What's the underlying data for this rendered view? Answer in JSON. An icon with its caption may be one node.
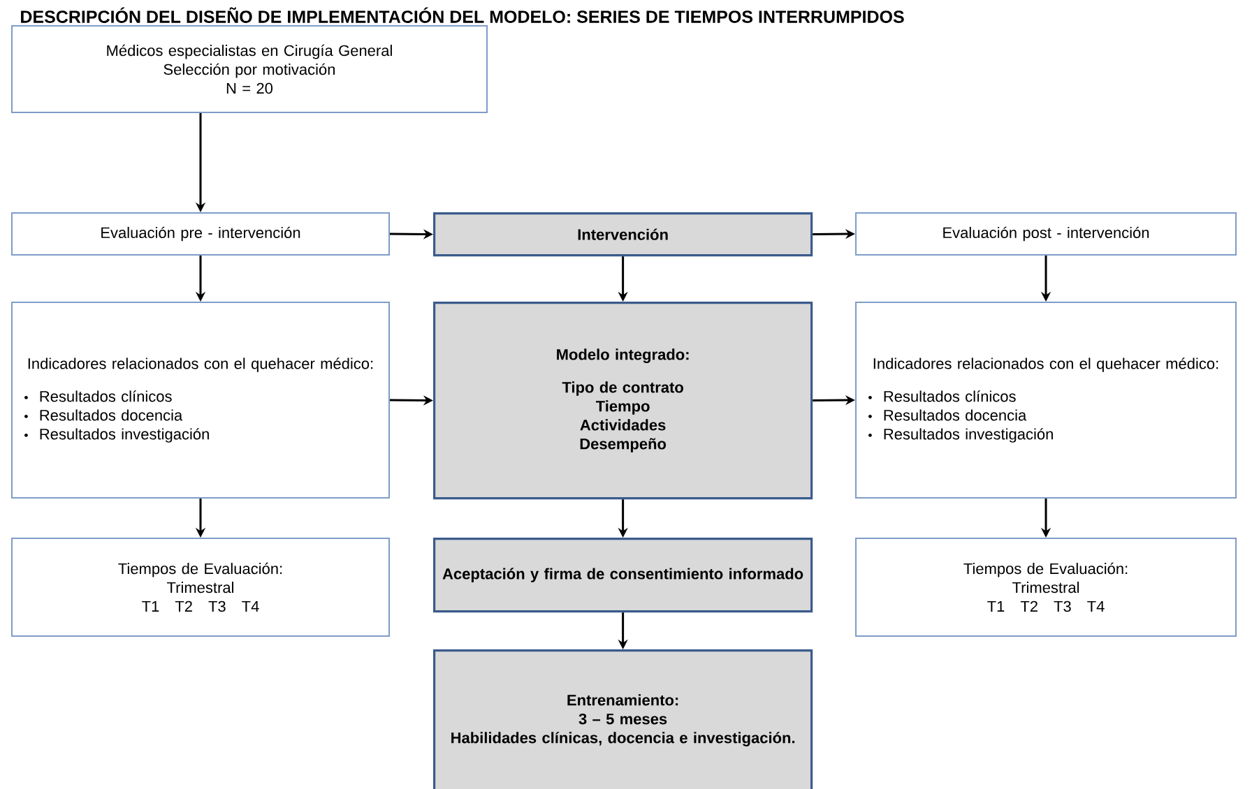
{
  "diagram": {
    "title": "DESCRIPCIÓN DEL DISEÑO DE IMPLEMENTACIÓN DEL MODELO: SERIES DE TIEMPOS INTERRUMPIDOS",
    "nodes": [
      {
        "text": [
          "Médicos especialistas en Cirugía General",
          "Selección por motivación",
          "N = 20"
        ]
      },
      {
        "text": [
          "Evaluación pre - intervención"
        ]
      },
      {
        "text": [
          "Intervención"
        ]
      },
      {
        "text": [
          "Evaluación post - intervención"
        ]
      },
      {
        "text": [
          "Indicadores relacionados con el quehacer médico:",
          "Resultados clínicos",
          "Resultados docencia",
          "Resultados investigación"
        ]
      },
      {
        "text": [
          "Modelo integrado:",
          "Tipo de contrato",
          "Tiempo",
          "Actividades",
          "Desempeño"
        ]
      },
      {
        "text": [
          "Indicadores relacionados con el quehacer médico:",
          "Resultados clínicos",
          "Resultados docencia",
          "Resultados investigación"
        ]
      },
      {
        "text": [
          "Tiempos de Evaluación:",
          "Trimestral",
          "T1",
          "T2",
          "T3",
          "T4"
        ]
      },
      {
        "text": [
          "Aceptación y firma de consentimiento informado"
        ]
      },
      {
        "text": [
          "Tiempos de Evaluación:",
          "Trimestral",
          "T1",
          "T2",
          "T3",
          "T4"
        ]
      },
      {
        "text": [
          "Entrenamiento:",
          "3 – 5 meses",
          "Habilidades clínicas, docencia e investigación."
        ]
      }
    ],
    "edges": [
      {
        "from": 0,
        "to": 1,
        "arrow": "to"
      },
      {
        "from": 1,
        "to": 2,
        "arrow": "to"
      },
      {
        "from": 2,
        "to": 3,
        "arrow": "to"
      },
      {
        "from": 1,
        "to": 4,
        "arrow": "to"
      },
      {
        "from": 2,
        "to": 5,
        "arrow": "to"
      },
      {
        "from": 3,
        "to": 6,
        "arrow": "to"
      },
      {
        "from": 4,
        "to": 5,
        "arrow": "to"
      },
      {
        "from": 5,
        "to": 6,
        "arrow": "to"
      },
      {
        "from": 4,
        "to": 7,
        "arrow": "to"
      },
      {
        "from": 5,
        "to": 8,
        "arrow": "to"
      },
      {
        "from": 6,
        "to": 9,
        "arrow": "to"
      },
      {
        "from": 8,
        "to": 10,
        "arrow": "to"
      }
    ]
  }
}
